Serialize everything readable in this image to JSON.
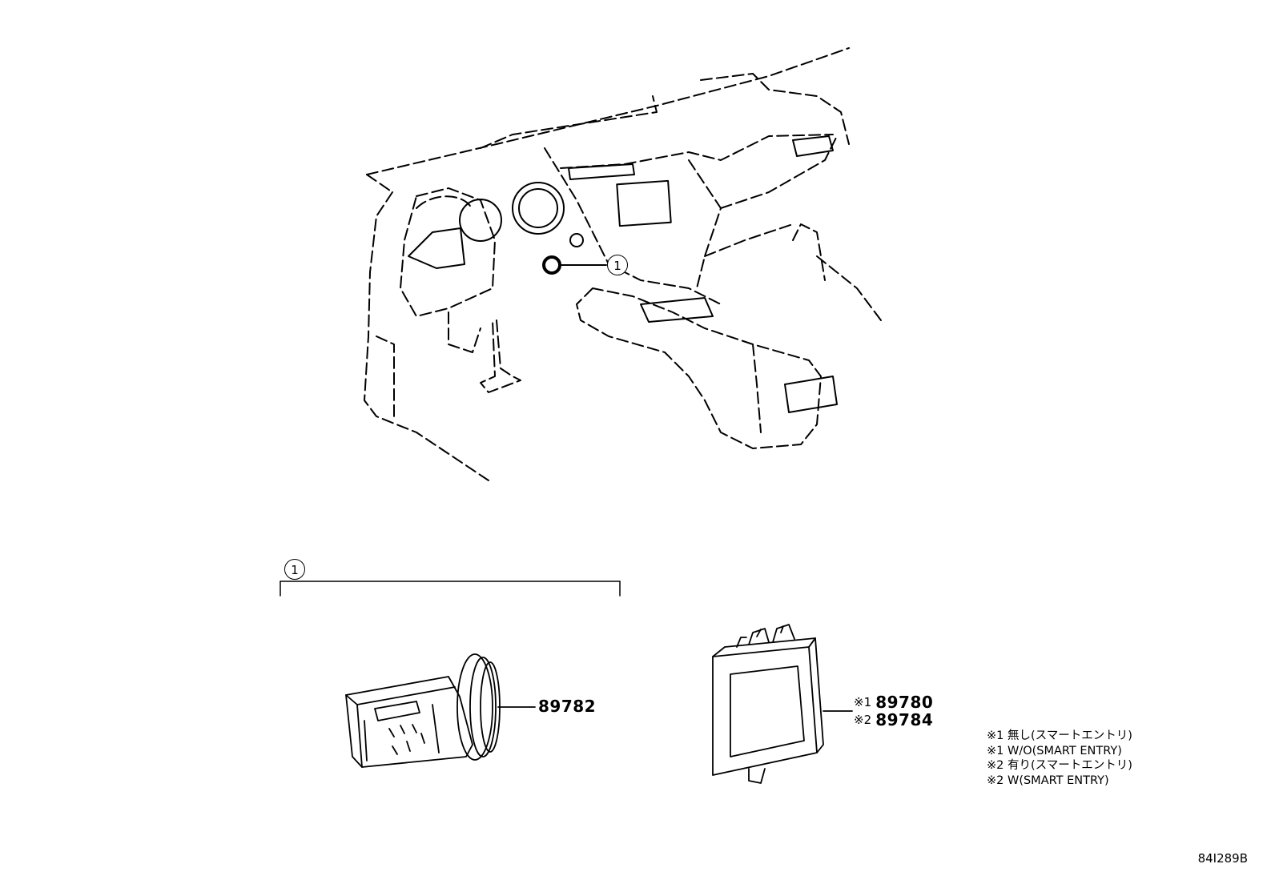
{
  "callout": {
    "label": "1"
  },
  "parts": {
    "switch": {
      "number": "89782"
    },
    "receiver": {
      "lines": [
        {
          "mark": "※1",
          "number": "89780"
        },
        {
          "mark": "※2",
          "number": "89784"
        }
      ]
    }
  },
  "legend": [
    "※1 無し(スマートエントリ)",
    "※1 W/O(SMART ENTRY)",
    "※2 有り(スマートエントリ)",
    "※2 W(SMART ENTRY)"
  ],
  "diagram_code": "84I289B"
}
